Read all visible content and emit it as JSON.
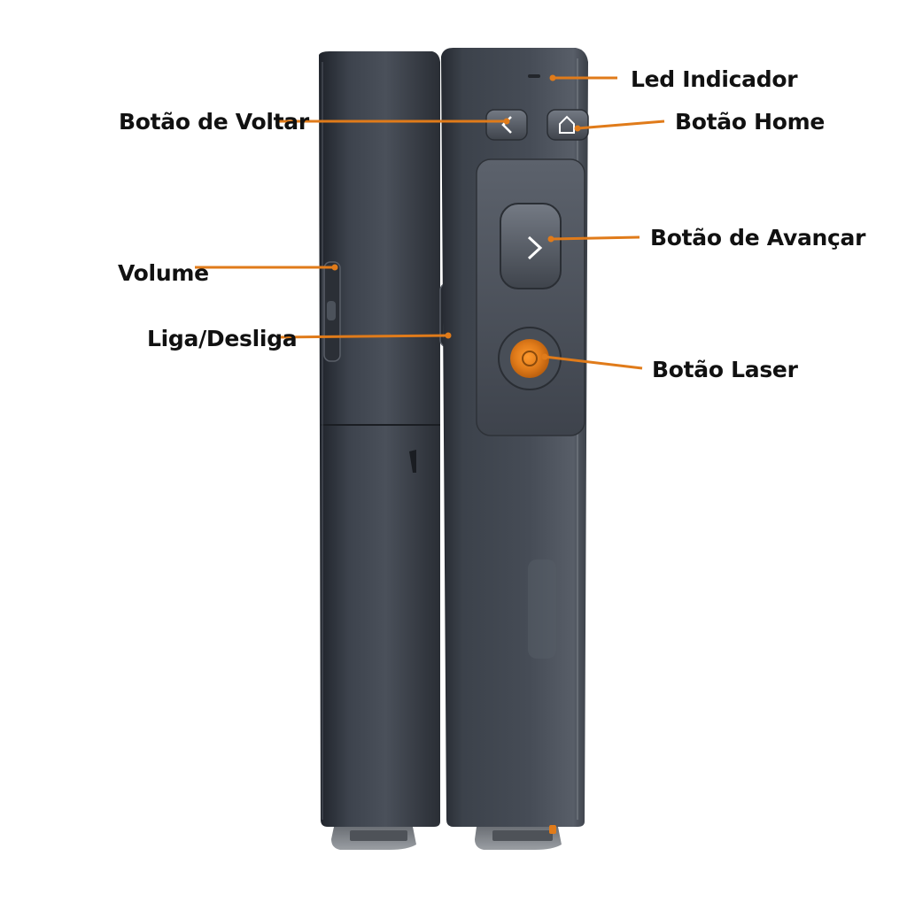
{
  "callouts": {
    "led_indicator": "Led Indicador",
    "back_button": "Botão de Voltar",
    "home_button": "Botão Home",
    "forward_button": "Botão de Avançar",
    "volume": "Volume",
    "power_switch": "Liga/Desliga",
    "laser_button": "Botão Laser"
  },
  "icons": {
    "back": "chevron-left-icon",
    "home": "home-icon",
    "forward": "chevron-right-icon",
    "laser": "laser-dot-icon"
  },
  "colors": {
    "accent": "#e07b1a",
    "device_body": "#3a3f48",
    "device_dark": "#23272e",
    "background": "#ffffff"
  }
}
